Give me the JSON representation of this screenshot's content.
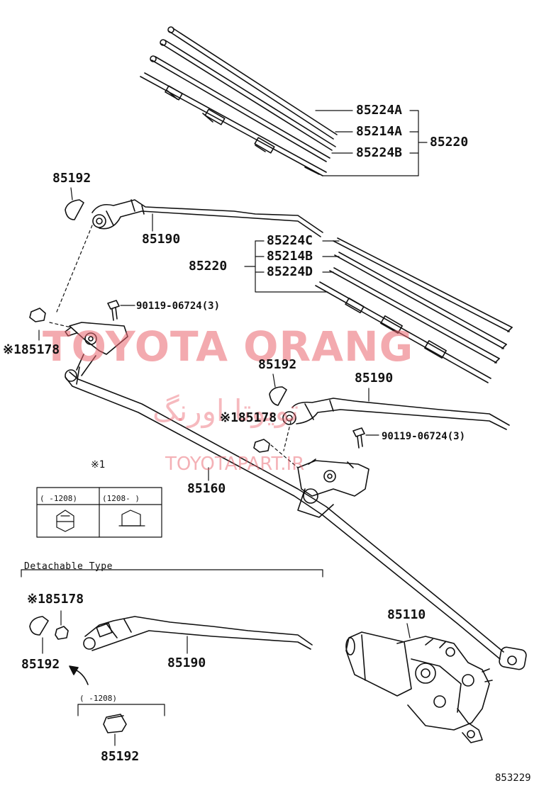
{
  "labels": {
    "p85224A": "85224A",
    "p85214A": "85214A",
    "p85224B": "85224B",
    "p85220_top": "85220",
    "p85192_a": "85192",
    "p85190_a": "85190",
    "p85224C": "85224C",
    "p85214B": "85214B",
    "p85224D": "85224D",
    "p85220_mid": "85220",
    "p90119_a": "90119-06724(3)",
    "p85178_a": "※185178",
    "p85192_b": "85192",
    "p85190_b": "85190",
    "p85178_b": "※185178",
    "p90119_b": "90119-06724(3)",
    "p85160": "85160",
    "p85178_c": "※185178",
    "p85110": "85110",
    "p85192_c": "85192",
    "p85190_c": "85190",
    "p85192_d": "85192",
    "diagram_code": "853229"
  },
  "notes": {
    "mark1": "※1",
    "col_left": "(    -1208)",
    "col_right": "(1208-    )",
    "detachable_type": "Detachable Type",
    "range_bottom": "(    -1208)"
  },
  "watermark": {
    "brand": "TOYOTA ORANG",
    "persian": "تویوتا اورنگ",
    "site": "TOYOTAPART.IR",
    "color": "#ea646e"
  }
}
